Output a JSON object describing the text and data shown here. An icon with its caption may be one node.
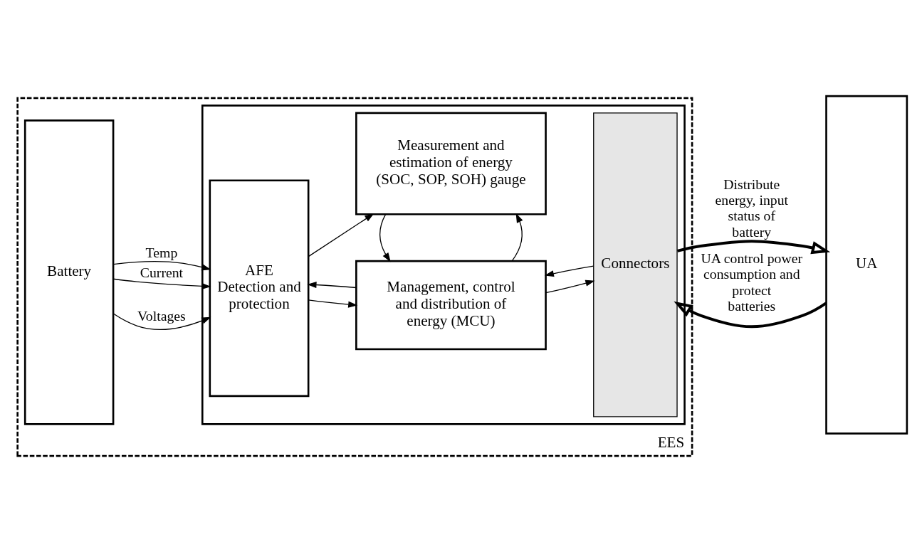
{
  "diagram": {
    "nodes": [
      {
        "text": [
          "EES"
        ]
      },
      {
        "text": [
          "Battery"
        ],
        "in": 0
      },
      {
        "text": [],
        "shape": "box",
        "in": 0
      },
      {
        "text": [
          "AFE",
          "Detection and protection"
        ],
        "in": 2
      },
      {
        "text": [
          "Management, control and distribution of energy (MCU)"
        ],
        "in": 2
      },
      {
        "text": [
          "Measurement and estimation of energy (SOC, SOP, SOH) gauge"
        ],
        "in": 2
      },
      {
        "text": [
          "Connectors"
        ],
        "in": 2
      },
      {
        "text": [
          "UA"
        ]
      }
    ],
    "edges": [
      {
        "from": 1,
        "to": 3,
        "arrow": "to",
        "label": "Voltages"
      },
      {
        "from": 1,
        "to": 3,
        "arrow": "to",
        "label": "Current"
      },
      {
        "from": 1,
        "to": 3,
        "arrow": "to",
        "label": "Temp"
      },
      {
        "from": 3,
        "to": 4,
        "arrow": "to"
      },
      {
        "from": 4,
        "to": 3,
        "arrow": "to"
      },
      {
        "from": 3,
        "to": 5,
        "arrow": "to"
      },
      {
        "from": 4,
        "to": 5,
        "arrow": "to"
      },
      {
        "from": 5,
        "to": 4,
        "arrow": "to"
      },
      {
        "from": 4,
        "to": 6,
        "arrow": "to"
      },
      {
        "from": 6,
        "to": 4,
        "arrow": "to"
      },
      {
        "from": 6,
        "to": 7,
        "arrow": "to",
        "style": "thick",
        "label": "Distribute energy, input status of battery"
      },
      {
        "from": 7,
        "to": 6,
        "arrow": "to",
        "style": "thick",
        "label": "UA control power consumption and protect batteries"
      }
    ]
  }
}
